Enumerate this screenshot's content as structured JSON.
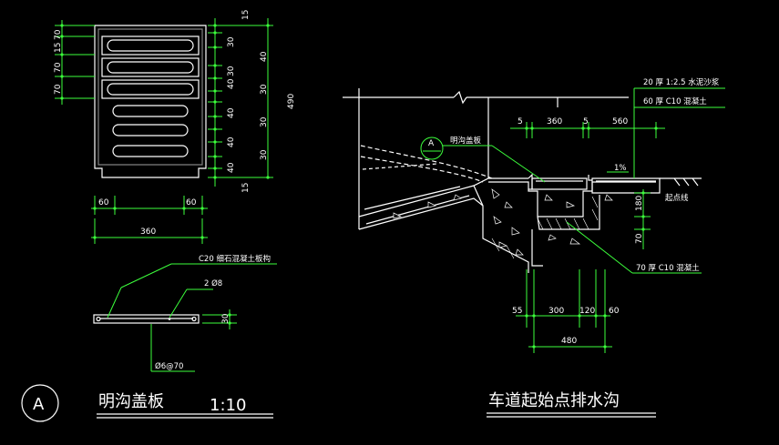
{
  "left_detail": {
    "top_dims": [
      "15",
      "30",
      "40",
      "30",
      "40",
      "30",
      "40",
      "30",
      "40",
      "30",
      "40",
      "15"
    ],
    "overall_height": "490",
    "left_dims": [
      "70",
      "15",
      "70",
      "70"
    ],
    "bottom_dims": [
      "60",
      "60"
    ],
    "overall_width": "360",
    "section_label": "C20 细石混凝土板构",
    "rebar_label": "2 Ø8",
    "thickness_label": "30",
    "stirrup_label": "Ø6@70"
  },
  "right_detail": {
    "callout_letter": "A",
    "cover_label": "明沟盖板",
    "layer1_label": "20 厚 1:2.5 水泥沙浆",
    "layer2_label": "60 厚 C10 混凝土",
    "slope_label": "1%",
    "top_dims": [
      "5",
      "360",
      "5",
      "560"
    ],
    "vertical_dims": [
      "180",
      "70"
    ],
    "base_label": "70 厚 C10 混凝土",
    "ground_label": "起点线",
    "bottom_dims": [
      "55",
      "300",
      "120",
      "60"
    ],
    "bottom_total": "480"
  },
  "titles": {
    "left_marker": "A",
    "left_title": "明沟盖板",
    "left_scale": "1:10",
    "right_title": "车道起始点排水沟"
  }
}
